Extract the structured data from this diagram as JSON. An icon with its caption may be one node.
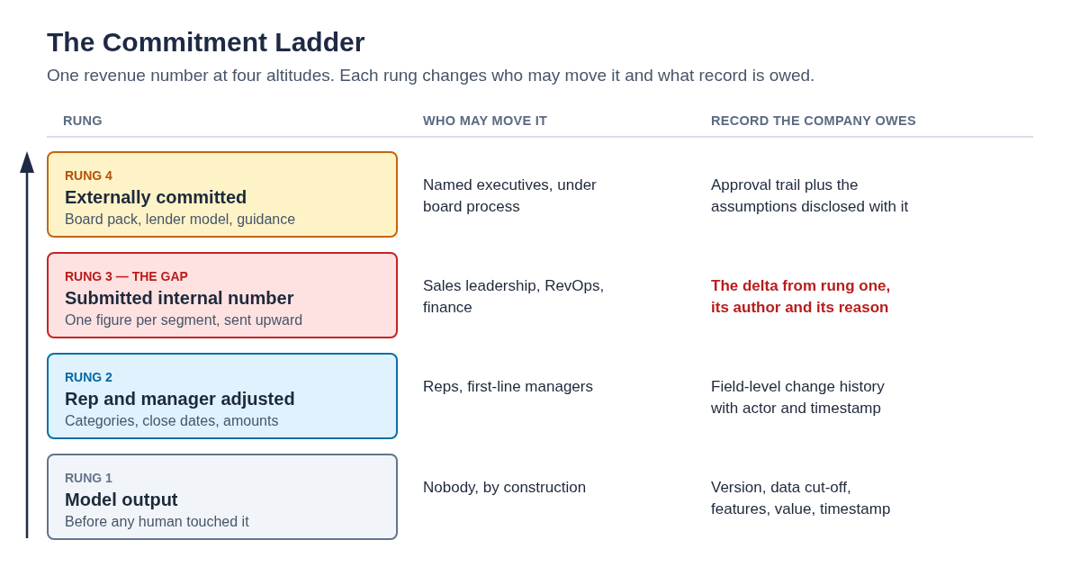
{
  "diagram": {
    "title": "The Commitment Ladder",
    "caption": "One revenue number at four altitudes. Each rung changes who may move it and what record is owed.",
    "nodes": [
      {
        "text": [
          "RUNG 4",
          "Externally committed",
          "Board pack, lender model, guidance"
        ]
      },
      {
        "text": [
          "RUNG 3 — THE GAP",
          "Submitted internal number",
          "One figure per segment, sent upward"
        ]
      },
      {
        "text": [
          "RUNG 2",
          "Rep and manager adjusted",
          "Categories, close dates, amounts"
        ]
      },
      {
        "text": [
          "RUNG 1",
          "Model output",
          "Before any human touched it"
        ]
      }
    ],
    "labels": [
      "RUNG",
      "WHO MAY MOVE IT",
      "RECORD THE COMPANY OWES",
      "Named executives, under board process",
      "Approval trail plus the assumptions disclosed with it",
      "Sales leadership, RevOps, finance",
      "The delta from rung one, its author and its reason",
      "Reps, first-line managers",
      "Field-level change history with actor and timestamp",
      "Nobody, by construction",
      "Version, data cut-off, features, value, timestamp"
    ]
  }
}
